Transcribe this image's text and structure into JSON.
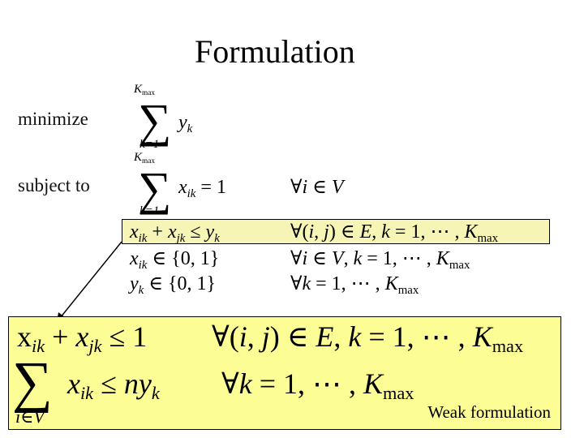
{
  "title": "Formulation",
  "labels": {
    "minimize": "minimize",
    "subject_to": "subject to"
  },
  "note": "Weak formulation",
  "limits": {
    "kmax": "K",
    "kmax_sub": "max",
    "k1": "k=1",
    "iV": "i∈V"
  },
  "colors": {
    "highlight": "#f6f5b5",
    "yellow_box": "#fdfd96"
  }
}
